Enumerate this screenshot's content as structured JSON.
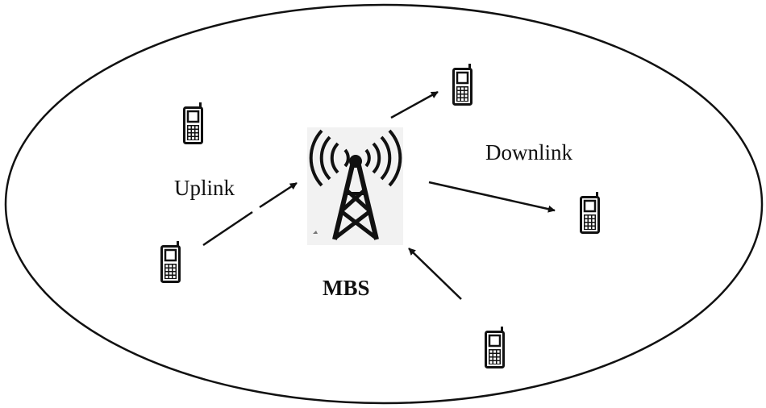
{
  "diagram": {
    "labels": {
      "uplink": "Uplink",
      "downlink": "Downlink",
      "base_station": "MBS"
    },
    "nodes": [
      {
        "id": "base-station",
        "icon": "antenna-tower-icon"
      },
      {
        "id": "phone-uplink-top",
        "icon": "mobile-phone-icon"
      },
      {
        "id": "phone-uplink-bottom",
        "icon": "mobile-phone-icon"
      },
      {
        "id": "phone-downlink-top",
        "icon": "mobile-phone-icon"
      },
      {
        "id": "phone-downlink-right",
        "icon": "mobile-phone-icon"
      },
      {
        "id": "phone-uplink-bottom-right",
        "icon": "mobile-phone-icon"
      }
    ],
    "links": [
      {
        "from": "phone-uplink-bottom",
        "to": "base-station",
        "direction": "uplink"
      },
      {
        "from": "base-station",
        "to": "phone-downlink-top",
        "direction": "downlink"
      },
      {
        "from": "base-station",
        "to": "phone-downlink-right",
        "direction": "downlink"
      },
      {
        "from": "phone-uplink-bottom-right",
        "to": "base-station",
        "direction": "uplink"
      }
    ],
    "colors": {
      "stroke": "#111111",
      "background": "#ffffff",
      "tower_panel": "#f2f2f2"
    }
  }
}
